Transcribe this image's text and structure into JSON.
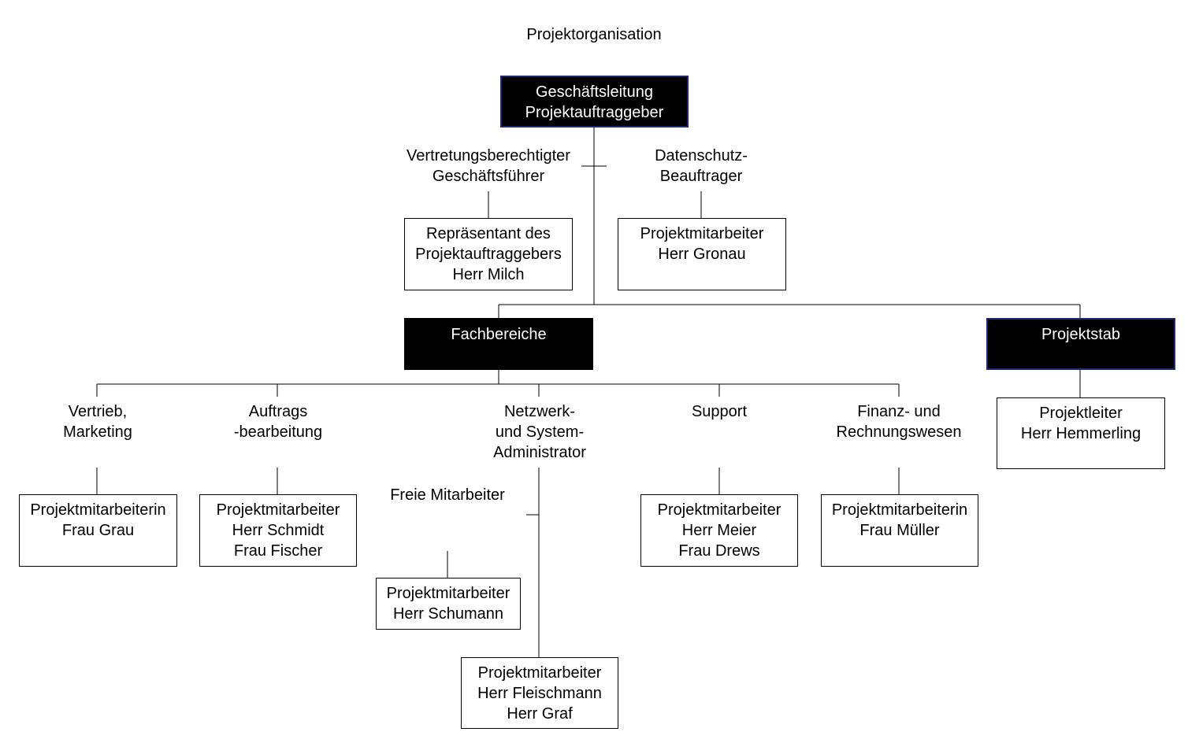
{
  "title": "Projektorganisation",
  "nodes": {
    "top": {
      "lines": [
        "Geschäftsleitung",
        "Projektauftraggeber"
      ]
    },
    "rep": {
      "lines": [
        "Repräsentant des",
        "Projektauftraggebers",
        "Herr Milch"
      ]
    },
    "gronau": {
      "lines": [
        "Projektmitarbeiter",
        "Herr Gronau"
      ]
    },
    "fach": {
      "lines": [
        "Fachbereiche"
      ]
    },
    "stab": {
      "lines": [
        "Projektstab"
      ]
    },
    "hemmerling": {
      "lines": [
        "Projektleiter",
        "Herr Hemmerling"
      ]
    },
    "grau": {
      "lines": [
        "Projektmitarbeiterin",
        "Frau Grau"
      ]
    },
    "schmidt": {
      "lines": [
        "Projektmitarbeiter",
        "Herr Schmidt",
        "Frau Fischer"
      ]
    },
    "schumann": {
      "lines": [
        "Projektmitarbeiter",
        "Herr Schumann"
      ]
    },
    "fleischmann": {
      "lines": [
        "Projektmitarbeiter",
        "Herr Fleischmann",
        "Herr Graf"
      ]
    },
    "meier": {
      "lines": [
        "Projektmitarbeiter",
        "Herr Meier",
        "Frau Drews"
      ]
    },
    "mueller": {
      "lines": [
        "Projektmitarbeiterin",
        "Frau Müller"
      ]
    }
  },
  "labels": {
    "vertreter": [
      "Vertretungsberechtigter",
      "Geschäftsführer"
    ],
    "datenschutz": [
      "Datenschutz-",
      "Beauftrager"
    ],
    "vertrieb": [
      "Vertrieb,",
      "Marketing"
    ],
    "auftrag": [
      "Auftrags",
      "-bearbeitung"
    ],
    "netzwerk": [
      "Netzwerk-",
      "und System-",
      "Administrator"
    ],
    "freie": [
      "Freie Mitarbeiter"
    ],
    "support": [
      "Support"
    ],
    "finanz": [
      "Finanz- und",
      "Rechnungswesen"
    ]
  },
  "colors": {
    "line": "#000000",
    "dark_box": "#000000",
    "dark_border": "#1f2a6e"
  }
}
